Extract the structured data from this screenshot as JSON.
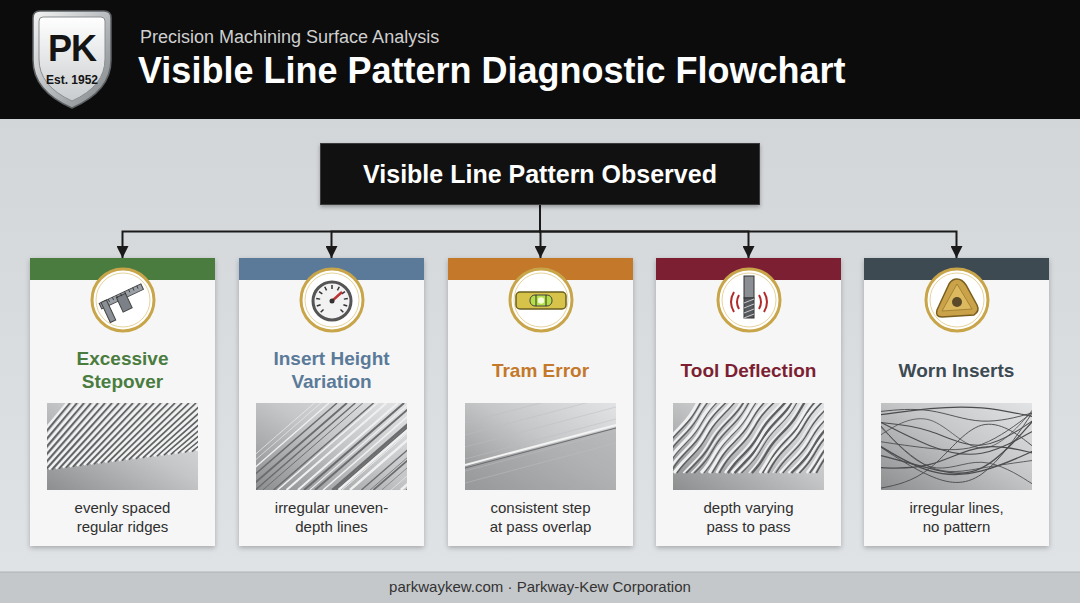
{
  "diagram": {
    "title": "Visible Line Pattern Diagnostic Flowchart",
    "nodes": [
      {
        "text": [
          "Visible Line Pattern Observed"
        ]
      },
      {
        "text": [
          "Excessive Stepover",
          "evenly spaced regular ridges"
        ]
      },
      {
        "text": [
          "Insert Height Variation",
          "irregular uneven-depth lines"
        ]
      },
      {
        "text": [
          "Tram Error",
          "consistent step at pass overlap"
        ]
      },
      {
        "text": [
          "Tool Deflection",
          "depth varying pass to pass"
        ]
      },
      {
        "text": [
          "Worn Inserts",
          "irregular lines, no pattern"
        ]
      }
    ],
    "edges": [
      {
        "from": 0,
        "to": 1,
        "arrow": "to"
      },
      {
        "from": 0,
        "to": 2,
        "arrow": "to"
      },
      {
        "from": 0,
        "to": 3,
        "arrow": "to"
      },
      {
        "from": 0,
        "to": 4,
        "arrow": "to"
      },
      {
        "from": 0,
        "to": 5,
        "arrow": "to"
      }
    ],
    "labels": [
      "PK",
      "Est. 1952",
      "Precision Machining Surface Analysis",
      "parkwaykew.com · Parkway-Kew Corporation"
    ]
  }
}
